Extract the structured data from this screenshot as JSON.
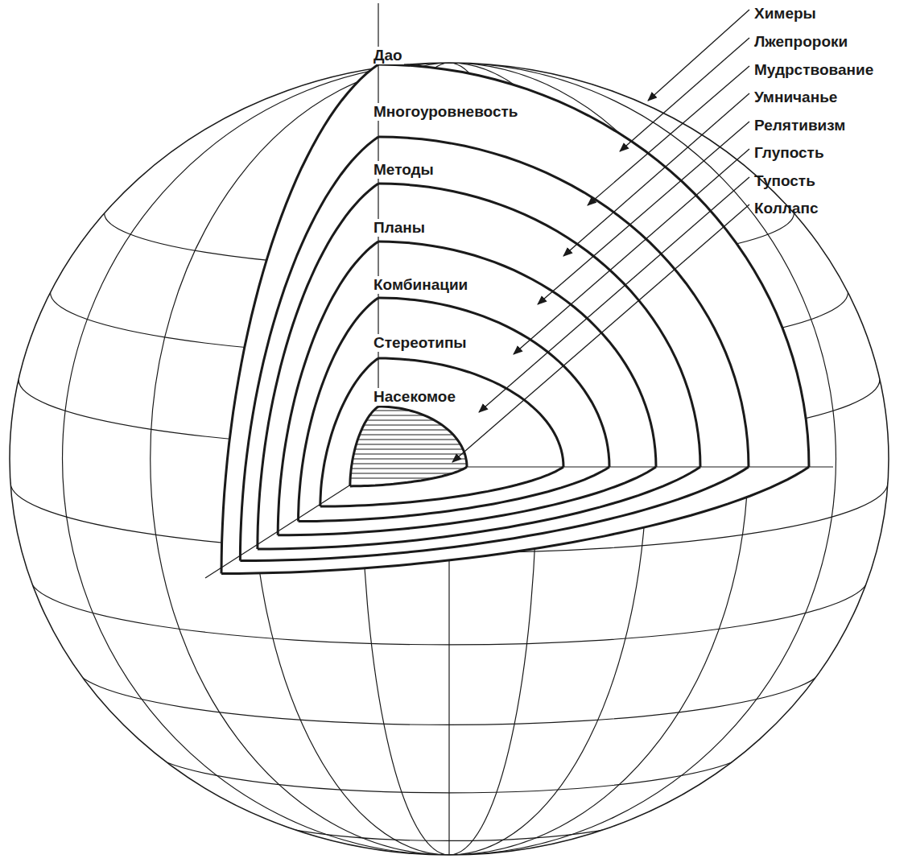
{
  "diagram": {
    "labels": [
      "Дао",
      "Многоуровневость",
      "Методы",
      "Планы",
      "Комбинации",
      "Стереотипы",
      "Насекомое",
      "Химеры",
      "Лжепророки",
      "Мудрствование",
      "Умничанье",
      "Релятивизм",
      "Глупость",
      "Тупость",
      "Коллапс"
    ]
  }
}
